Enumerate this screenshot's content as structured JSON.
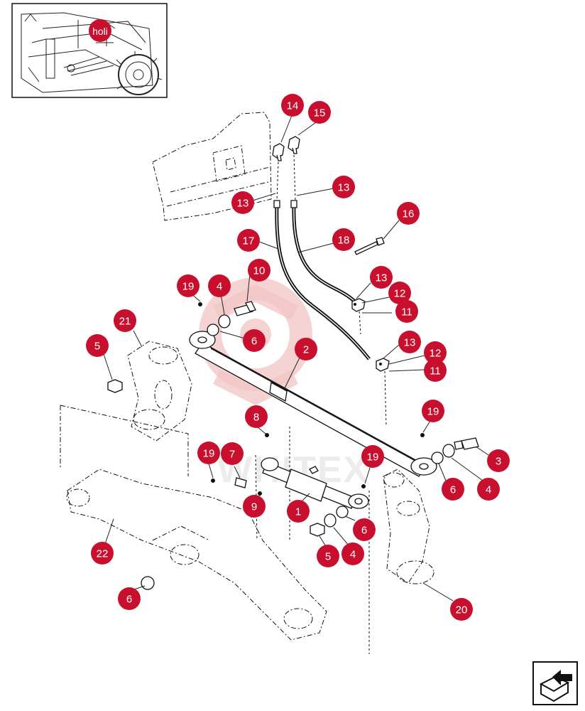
{
  "thumbnail": {
    "badge_label": "holi",
    "badge_color": "#c8102e"
  },
  "watermark": {
    "text": "WHITEX"
  },
  "callout_color": "#c8102e",
  "callouts": [
    {
      "num": "14"
    },
    {
      "num": "15"
    },
    {
      "num": "13"
    },
    {
      "num": "13"
    },
    {
      "num": "16"
    },
    {
      "num": "17"
    },
    {
      "num": "18"
    },
    {
      "num": "10"
    },
    {
      "num": "19"
    },
    {
      "num": "4"
    },
    {
      "num": "13"
    },
    {
      "num": "12"
    },
    {
      "num": "11"
    },
    {
      "num": "21"
    },
    {
      "num": "6"
    },
    {
      "num": "2"
    },
    {
      "num": "13"
    },
    {
      "num": "12"
    },
    {
      "num": "11"
    },
    {
      "num": "5"
    },
    {
      "num": "8"
    },
    {
      "num": "19"
    },
    {
      "num": "19"
    },
    {
      "num": "7"
    },
    {
      "num": "19"
    },
    {
      "num": "3"
    },
    {
      "num": "6"
    },
    {
      "num": "4"
    },
    {
      "num": "9"
    },
    {
      "num": "1"
    },
    {
      "num": "6"
    },
    {
      "num": "5"
    },
    {
      "num": "4"
    },
    {
      "num": "22"
    },
    {
      "num": "6"
    },
    {
      "num": "20"
    }
  ],
  "nav_button": {
    "icon": "next-page-arrow-icon"
  }
}
